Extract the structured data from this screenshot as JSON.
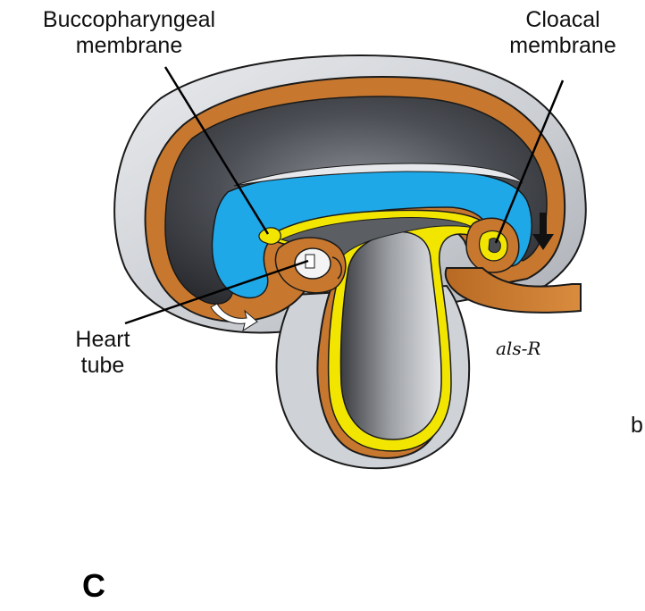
{
  "labels": {
    "buccopharyngeal": [
      "Buccopharyngeal",
      "membrane"
    ],
    "cloacal": [
      "Cloacal",
      "membrane"
    ],
    "heart_tube": [
      "Heart",
      "tube"
    ]
  },
  "panel_letter": "C",
  "cut_letter": "b",
  "signature": "als-R",
  "colors": {
    "ectoderm_orange": "#c8782e",
    "amnion_gray": "#cfd2d6",
    "cavity_dark": "#3d3f44",
    "endoderm_yellow": "#f2e600",
    "blue_layer": "#1ea8e8",
    "outline": "#1a1a1a"
  }
}
